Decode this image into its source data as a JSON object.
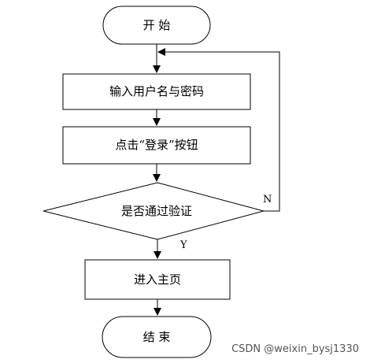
{
  "flowchart": {
    "start": "开 始",
    "input_step": "输入用户名与密码",
    "click_step": "点击“登录”按钮",
    "decision": "是否通过验证",
    "yes_label": "Y",
    "no_label": "N",
    "enter_step": "进入主页",
    "end": "结 束"
  },
  "watermark": "CSDN @weixin_bysj1330"
}
